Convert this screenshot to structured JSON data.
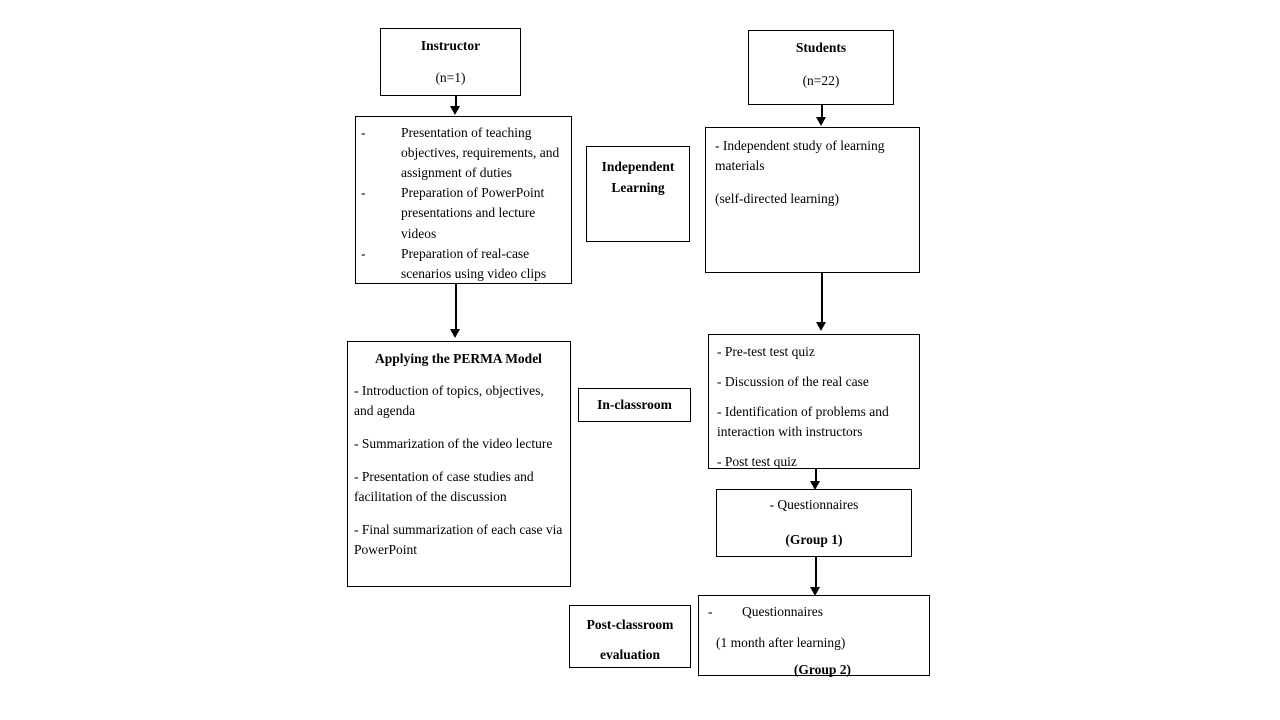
{
  "diagram": {
    "title": "Blended learning course flow using the PERMA model",
    "nodes": {
      "instructor": {
        "heading": "Instructor",
        "subtext": "(n=1)"
      },
      "instructor_tasks": {
        "items": [
          "Presentation of teaching objectives, requirements, and assignment of duties",
          "Preparation of PowerPoint presentations and lecture videos",
          "Preparation of real-case scenarios using video clips"
        ],
        "marker": "-"
      },
      "students": {
        "heading": "Students",
        "subtext": "(n=22)"
      },
      "independent_study": {
        "line1": "- Independent study of learning materials",
        "line2": "(self-directed learning)"
      },
      "perma": {
        "heading": "Applying the PERMA Model",
        "items": [
          "- Introduction of topics, objectives, and agenda",
          "- Summarization of the video lecture",
          "- Presentation of case studies and facilitation of the discussion",
          "- Final summarization of each case via PowerPoint"
        ]
      },
      "in_class_activities": {
        "items": [
          "- Pre-test test quiz",
          "- Discussion of the real case",
          "- Identification of problems and interaction with instructors",
          "- Post test quiz"
        ]
      },
      "questionnaire_group1": {
        "line1": "- Questionnaires",
        "line2": "(Group 1)"
      },
      "questionnaire_group2": {
        "marker": "-",
        "line1": "Questionnaires",
        "line2": "(1 month after learning)",
        "line3": "(Group 2)"
      }
    },
    "phase_labels": {
      "independent_learning": {
        "line1": "Independent",
        "line2": "Learning"
      },
      "in_classroom": {
        "line1": "In-classroom"
      },
      "post_classroom": {
        "line1": "Post-classroom",
        "line2": "evaluation"
      }
    }
  }
}
